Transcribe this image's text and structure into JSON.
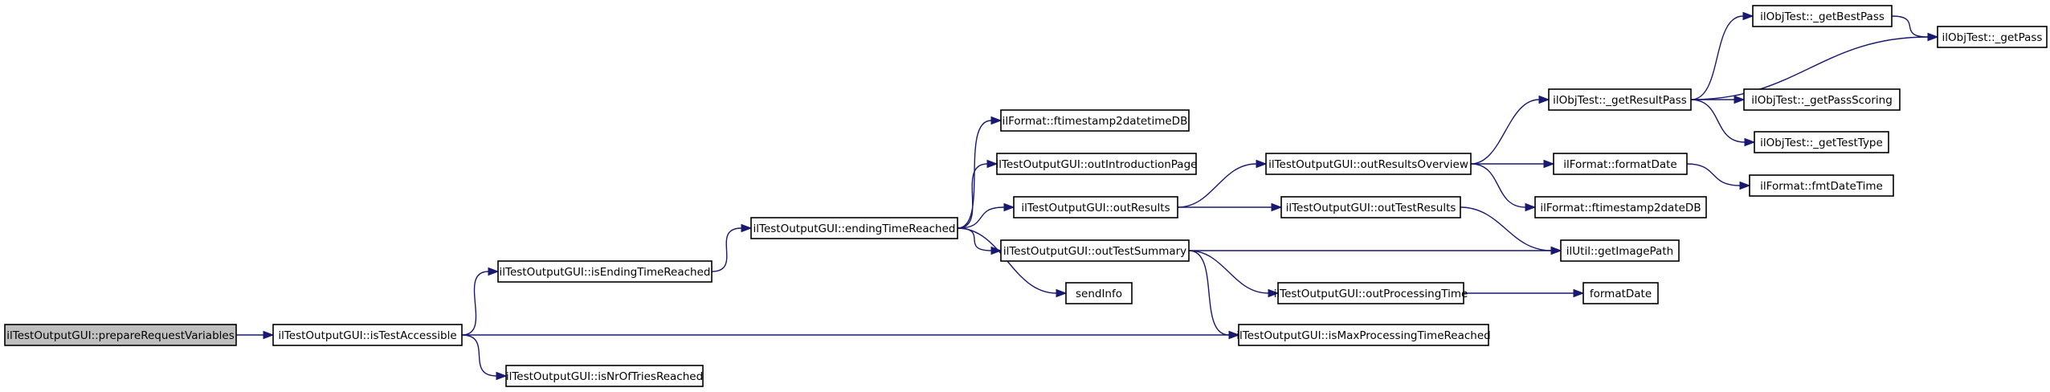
{
  "colors": {
    "edge": "#191970",
    "node_fill": "#ffffff",
    "root_fill": "#bfbfbf",
    "border": "#000000"
  },
  "nodes": [
    {
      "id": "prepare",
      "label": "ilTestOutputGUI::prepareRequestVariables",
      "root": true
    },
    {
      "id": "isTestAccessible",
      "label": "ilTestOutputGUI::isTestAccessible"
    },
    {
      "id": "isEndingTimeReached",
      "label": "ilTestOutputGUI::isEndingTimeReached"
    },
    {
      "id": "isNrOfTriesReached",
      "label": "ilTestOutputGUI::isNrOfTriesReached"
    },
    {
      "id": "endingTimeReached",
      "label": "ilTestOutputGUI::endingTimeReached"
    },
    {
      "id": "ftimestamp2datetimeDB",
      "label": "ilFormat::ftimestamp2datetimeDB"
    },
    {
      "id": "outIntroductionPage",
      "label": "ilTestOutputGUI::outIntroductionPage"
    },
    {
      "id": "outResults",
      "label": "ilTestOutputGUI::outResults"
    },
    {
      "id": "outTestSummary",
      "label": "ilTestOutputGUI::outTestSummary"
    },
    {
      "id": "sendInfo",
      "label": "sendInfo"
    },
    {
      "id": "outResultsOverview",
      "label": "ilTestOutputGUI::outResultsOverview"
    },
    {
      "id": "outTestResults",
      "label": "ilTestOutputGUI::outTestResults"
    },
    {
      "id": "outProcessingTime",
      "label": "ilTestOutputGUI::outProcessingTime"
    },
    {
      "id": "isMaxProcessingTimeReached",
      "label": "ilTestOutputGUI::isMaxProcessingTimeReached"
    },
    {
      "id": "getResultPass",
      "label": "ilObjTest::_getResultPass"
    },
    {
      "id": "formatDateIl",
      "label": "ilFormat::formatDate"
    },
    {
      "id": "ftimestamp2dateDB",
      "label": "ilFormat::ftimestamp2dateDB"
    },
    {
      "id": "getImagePath",
      "label": "ilUtil::getImagePath"
    },
    {
      "id": "formatDate",
      "label": "formatDate"
    },
    {
      "id": "getBestPass",
      "label": "ilObjTest::_getBestPass"
    },
    {
      "id": "getPass",
      "label": "ilObjTest::_getPass"
    },
    {
      "id": "getPassScoring",
      "label": "ilObjTest::_getPassScoring"
    },
    {
      "id": "getTestType",
      "label": "ilObjTest::_getTestType"
    },
    {
      "id": "fmtDateTime",
      "label": "ilFormat::fmtDateTime"
    }
  ],
  "edges": [
    [
      "prepare",
      "isTestAccessible"
    ],
    [
      "isTestAccessible",
      "isEndingTimeReached"
    ],
    [
      "isTestAccessible",
      "isNrOfTriesReached"
    ],
    [
      "isTestAccessible",
      "isMaxProcessingTimeReached"
    ],
    [
      "isEndingTimeReached",
      "endingTimeReached"
    ],
    [
      "endingTimeReached",
      "ftimestamp2datetimeDB"
    ],
    [
      "endingTimeReached",
      "outIntroductionPage"
    ],
    [
      "endingTimeReached",
      "outResults"
    ],
    [
      "endingTimeReached",
      "outTestSummary"
    ],
    [
      "endingTimeReached",
      "sendInfo"
    ],
    [
      "outResults",
      "outResultsOverview"
    ],
    [
      "outResults",
      "outTestResults"
    ],
    [
      "outTestSummary",
      "getImagePath"
    ],
    [
      "outTestSummary",
      "outProcessingTime"
    ],
    [
      "outTestSummary",
      "isMaxProcessingTimeReached"
    ],
    [
      "outResultsOverview",
      "getResultPass"
    ],
    [
      "outResultsOverview",
      "formatDateIl"
    ],
    [
      "outResultsOverview",
      "ftimestamp2dateDB"
    ],
    [
      "outTestResults",
      "getImagePath"
    ],
    [
      "outProcessingTime",
      "formatDate"
    ],
    [
      "getResultPass",
      "getBestPass"
    ],
    [
      "getResultPass",
      "getPass"
    ],
    [
      "getResultPass",
      "getPassScoring"
    ],
    [
      "getResultPass",
      "getTestType"
    ],
    [
      "getBestPass",
      "getPass"
    ],
    [
      "formatDateIl",
      "fmtDateTime"
    ]
  ]
}
